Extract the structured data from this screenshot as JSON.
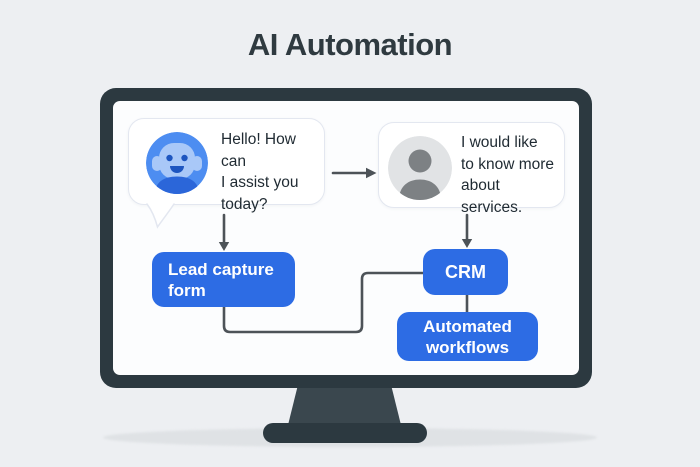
{
  "title": "AI Automation",
  "flow": {
    "bot_message": "Hello! How can\nI assist you\ntoday?",
    "user_message": "I would like\nto know more\nabout services.",
    "lead_box_label": "Lead capture\nform",
    "crm_box_label": "CRM",
    "workflows_box_label": "Automated\nworkflows"
  },
  "icons": {
    "bot_avatar": "robot-chatbot-icon",
    "user_avatar": "person-icon"
  },
  "colors": {
    "background": "#edeff2",
    "title_text": "#2f3a40",
    "monitor_frame": "#2c3940",
    "monitor_neck": "#3a474e",
    "screen": "#fcfdfe",
    "accent_blue": "#2d6ce4",
    "connector_gray": "#4d5358",
    "bot_avatar_blue": "#4d8df1",
    "bot_avatar_face": "#a9c8f8",
    "bot_avatar_features": "#1d55c0",
    "user_avatar_gray": "#7d8184",
    "bubble_border": "#e3e7f0",
    "shadow": "#dfe2e5"
  }
}
